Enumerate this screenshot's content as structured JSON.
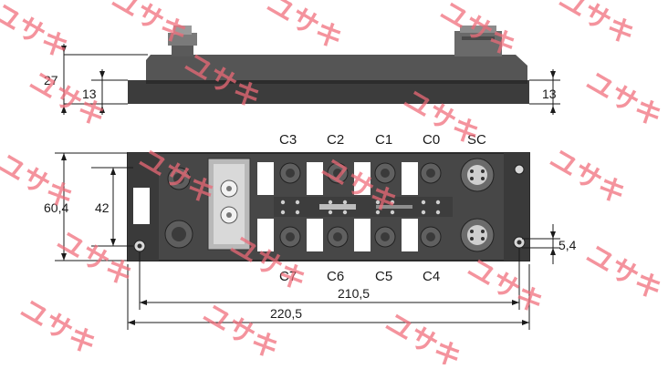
{
  "dimensions": {
    "top_height_total": "27",
    "top_height_base_left": "13",
    "top_height_base_right": "13",
    "front_height_total": "60,4",
    "front_height_inner": "42",
    "hole_offset": "5,4",
    "hole_spacing": "210,5",
    "overall_length": "220,5"
  },
  "ports": {
    "top_row": [
      "C3",
      "C2",
      "C1",
      "C0",
      "SC"
    ],
    "bottom_row": [
      "C7",
      "C6",
      "C5",
      "C4"
    ]
  },
  "watermark": {
    "text": "ユサキ"
  },
  "colors": {
    "housing": "#4a4a4a",
    "housing_dark": "#2e2e2e",
    "connector": "#5c5c5c",
    "label_white": "#ffffff",
    "watermark": "#f06a78"
  }
}
